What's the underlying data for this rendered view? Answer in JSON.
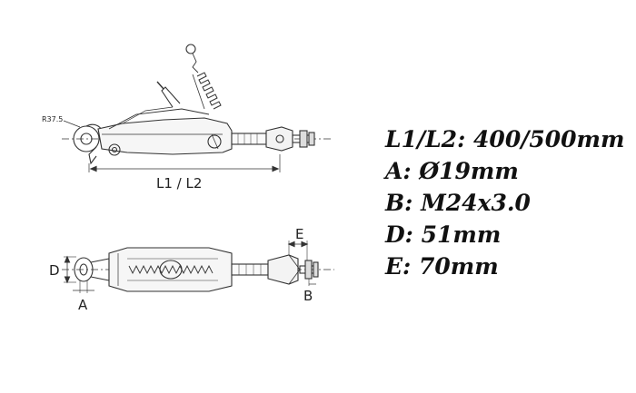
{
  "drawings": {
    "side_view": {
      "radius_label": "R37.5",
      "length_label": "L1 / L2"
    },
    "top_view": {
      "label_d": "D",
      "label_a": "A",
      "label_e": "E",
      "label_b": "B"
    }
  },
  "specs": [
    {
      "key": "L1/L2:",
      "value": "400/500mm"
    },
    {
      "key": "A:",
      "value": "Ø19mm"
    },
    {
      "key": "B:",
      "value": "M24x3.0"
    },
    {
      "key": "D:",
      "value": "51mm"
    },
    {
      "key": "E:",
      "value": "70mm"
    }
  ]
}
